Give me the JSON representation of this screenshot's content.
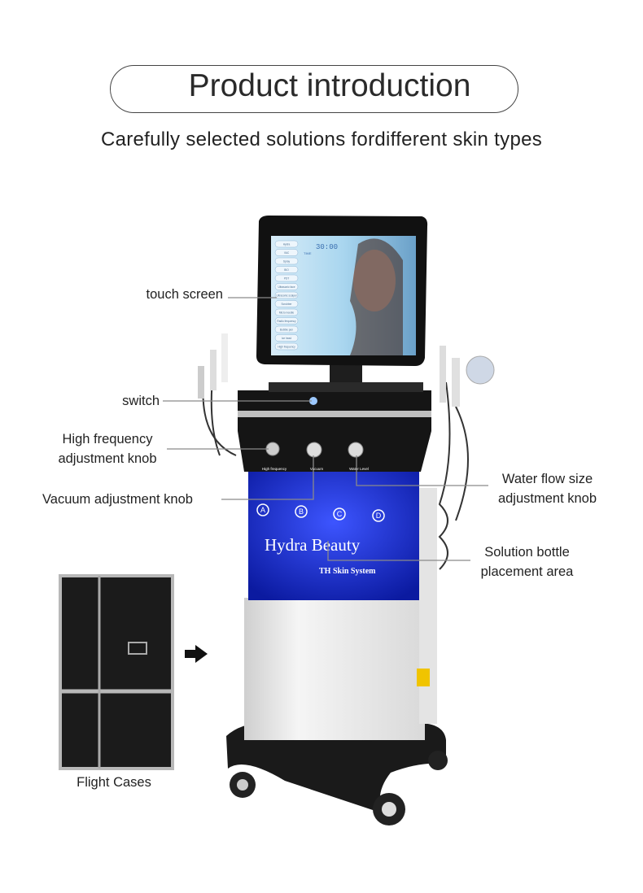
{
  "header": {
    "title": "Product introduction",
    "subtitle": "Carefully selected solutions fordifferent skin types"
  },
  "callouts": {
    "touch_screen": "touch screen",
    "switch": "switch",
    "high_frequency_line1": "High frequency",
    "high_frequency_line2": "adjustment knob",
    "vacuum": "Vacuum adjustment knob",
    "water_flow_line1": "Water flow size",
    "water_flow_line2": "adjustment knob",
    "solution_line1": "Solution bottle",
    "solution_line2": "placement area"
  },
  "flight_case": {
    "label": "Flight Cases"
  },
  "machine": {
    "brand": "Hydra Beauty",
    "sub_brand": "TH Skin System",
    "timer": "30:00",
    "timer_label": "TIME",
    "menu": [
      "Hydra",
      "VAC",
      "Spray",
      "BIO",
      "PDT",
      "Ultrasonic face",
      "Ultrasonic scalpel",
      "Scrubber",
      "Micro needle",
      "Radio frequency",
      "Bubble pen",
      "Ice head",
      "High frequency"
    ],
    "knobs": [
      "High frequency",
      "Vacuum",
      "Water Level"
    ],
    "bottles": [
      "A",
      "B",
      "C",
      "D"
    ]
  },
  "colors": {
    "panel_blue": "#1a2fd6",
    "body_black": "#151515",
    "body_white": "#ededed"
  }
}
